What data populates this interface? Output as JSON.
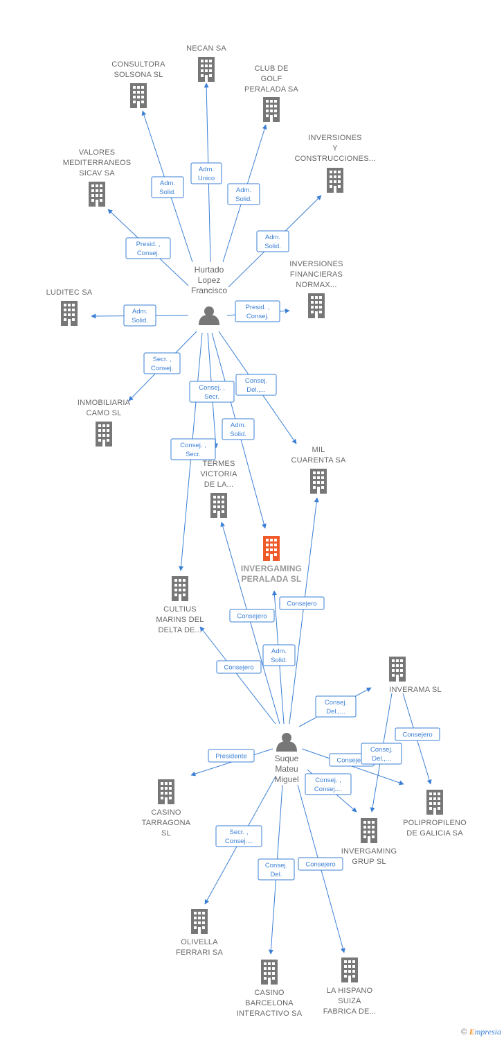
{
  "colors": {
    "edge": "#3a7fd5",
    "company": "#777777",
    "company_focus": "#f05a28",
    "person": "#777777"
  },
  "persons": {
    "hurtado": {
      "lines": [
        "Hurtado",
        "Lopez",
        "Francisco"
      ],
      "icon": "person-icon"
    },
    "suque": {
      "lines": [
        "Suque",
        "Mateu",
        "Miguel"
      ],
      "icon": "person-icon"
    }
  },
  "companies": {
    "necan": {
      "lines": [
        "NECAN SA"
      ],
      "icon": "building-icon"
    },
    "consultora": {
      "lines": [
        "CONSULTORA",
        "SOLSONA SL"
      ],
      "icon": "building-icon"
    },
    "golf": {
      "lines": [
        "CLUB DE",
        "GOLF",
        "PERALADA SA"
      ],
      "icon": "building-icon"
    },
    "inversiones_y": {
      "lines": [
        "INVERSIONES",
        "Y",
        "CONSTRUCCIONES..."
      ],
      "icon": "building-icon"
    },
    "valores": {
      "lines": [
        "VALORES",
        "MEDITERRANEOS",
        "SICAV SA"
      ],
      "icon": "building-icon"
    },
    "financieras": {
      "lines": [
        "INVERSIONES",
        "FINANCIERAS",
        "NORMAX..."
      ],
      "icon": "building-icon"
    },
    "luditec": {
      "lines": [
        "LUDITEC SA"
      ],
      "icon": "building-icon"
    },
    "camo": {
      "lines": [
        "INMOBILIARIA",
        "CAMO SL"
      ],
      "icon": "building-icon"
    },
    "mil": {
      "lines": [
        "MIL",
        "CUARENTA SA"
      ],
      "icon": "building-icon"
    },
    "termes": {
      "lines": [
        "TERMES",
        "VICTORIA",
        "DE LA..."
      ],
      "icon": "building-icon"
    },
    "invergaming_peralada": {
      "lines": [
        "INVERGAMING",
        "PERALADA SL"
      ],
      "icon": "building-icon",
      "focus": true
    },
    "cultius": {
      "lines": [
        "CULTIUS",
        "MARINS DEL",
        "DELTA DE..."
      ],
      "icon": "building-icon"
    },
    "inverama": {
      "lines": [
        "INVERAMA SL"
      ],
      "icon": "building-icon"
    },
    "polipropileno": {
      "lines": [
        "POLIPROPILENO",
        "DE GALICIA SA"
      ],
      "icon": "building-icon"
    },
    "tarragona": {
      "lines": [
        "CASINO",
        "TARRAGONA",
        "SL"
      ],
      "icon": "building-icon"
    },
    "grup": {
      "lines": [
        "INVERGAMING",
        "GRUP SL"
      ],
      "icon": "building-icon"
    },
    "olivella": {
      "lines": [
        "OLIVELLA",
        "FERRARI SA"
      ],
      "icon": "building-icon"
    },
    "barcelona": {
      "lines": [
        "CASINO",
        "BARCELONA",
        "INTERACTIVO SA"
      ],
      "icon": "building-icon"
    },
    "hispano": {
      "lines": [
        "LA HISPANO",
        "SUIZA",
        "FABRICA DE..."
      ],
      "icon": "building-icon"
    }
  },
  "edges": [
    {
      "from": "hurtado",
      "to": "necan",
      "label": [
        "Adm.",
        "Unico"
      ]
    },
    {
      "from": "hurtado",
      "to": "consultora",
      "label": [
        "Adm.",
        "Solid."
      ]
    },
    {
      "from": "hurtado",
      "to": "golf",
      "label": [
        "Adm.",
        "Solid."
      ]
    },
    {
      "from": "hurtado",
      "to": "inversiones_y",
      "label": [
        "Adm.",
        "Solid."
      ]
    },
    {
      "from": "hurtado",
      "to": "valores",
      "label": [
        "Presid. ,",
        "Consej."
      ]
    },
    {
      "from": "hurtado",
      "to": "financieras",
      "label": [
        "Presid. ,",
        "Consej."
      ]
    },
    {
      "from": "hurtado",
      "to": "luditec",
      "label": [
        "Adm.",
        "Solid."
      ]
    },
    {
      "from": "hurtado",
      "to": "camo",
      "label": [
        "Secr. ,",
        "Consej."
      ]
    },
    {
      "from": "hurtado",
      "to": "mil",
      "label": [
        "Consej.",
        "Del.,..."
      ]
    },
    {
      "from": "hurtado",
      "to": "termes",
      "label": [
        "Consej. ,",
        "Secr."
      ]
    },
    {
      "from": "hurtado",
      "to": "invergaming_peralada",
      "label": [
        "Adm.",
        "Solid."
      ]
    },
    {
      "from": "hurtado",
      "to": "cultius",
      "label": [
        "Consej. ,",
        "Secr."
      ]
    },
    {
      "from": "suque",
      "to": "invergaming_peralada",
      "label": [
        "Adm.",
        "Solid."
      ]
    },
    {
      "from": "suque",
      "to": "mil",
      "label": [
        "Consejero"
      ]
    },
    {
      "from": "suque",
      "to": "termes",
      "label": [
        "Consejero"
      ]
    },
    {
      "from": "suque",
      "to": "cultius",
      "label": [
        "Consejero"
      ]
    },
    {
      "from": "suque",
      "to": "inverama",
      "label": [
        "Consej.",
        "Del.,..."
      ]
    },
    {
      "from": "suque",
      "to": "polipropileno",
      "label": [
        "Consejero"
      ]
    },
    {
      "from": "suque",
      "to": "tarragona",
      "label": [
        "Presidente"
      ]
    },
    {
      "from": "suque",
      "to": "grup",
      "label": [
        "Consej. ,",
        "Consej...."
      ]
    },
    {
      "from": "suque",
      "to": "olivella",
      "label": [
        "Secr. ,",
        "Consej...."
      ]
    },
    {
      "from": "suque",
      "to": "barcelona",
      "label": [
        "Consej.",
        "Del."
      ]
    },
    {
      "from": "suque",
      "to": "hispano",
      "label": [
        "Consejero"
      ]
    },
    {
      "from": "inverama",
      "to": "polipropileno",
      "label": [
        "Consejero"
      ]
    },
    {
      "from": "inverama",
      "to": "grup",
      "label": [
        "Consej.",
        "Del.,..."
      ]
    }
  ],
  "brand": {
    "copyright": "©",
    "initial": "E",
    "rest": "mpresia"
  }
}
